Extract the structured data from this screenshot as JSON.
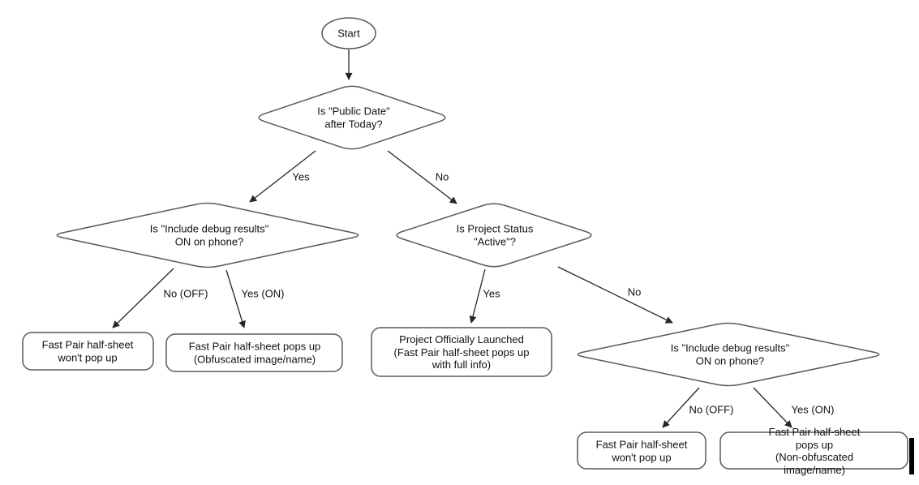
{
  "diagram": {
    "type": "flowchart",
    "background": "#ffffff",
    "colors": {
      "shape_stroke": "#595959",
      "arrow": "#262626",
      "text": "#111111",
      "cursor": "#000000"
    },
    "nodes": {
      "start": {
        "shape": "oval",
        "label": "Start"
      },
      "public_date": {
        "shape": "decision",
        "label": "Is \"Public Date\"\nafter Today?"
      },
      "debug_left": {
        "shape": "decision",
        "label": "Is \"Include debug results\"\nON on phone?"
      },
      "project_status": {
        "shape": "decision",
        "label": "Is Project Status\n\"Active\"?"
      },
      "debug_right": {
        "shape": "decision",
        "label": "Is \"Include debug results\"\nON on phone?"
      },
      "no_popup_left": {
        "shape": "result",
        "label": "Fast Pair half-sheet\nwon't pop up"
      },
      "obfuscated_popup": {
        "shape": "result",
        "label": "Fast Pair half-sheet pops up\n(Obfuscated image/name)"
      },
      "launched": {
        "shape": "result",
        "label": "Project Officially Launched\n(Fast Pair half-sheet pops up\nwith full info)"
      },
      "no_popup_right": {
        "shape": "result",
        "label": "Fast Pair half-sheet\nwon't pop up"
      },
      "non_obfuscated_popup": {
        "shape": "result",
        "label": "Fast Pair half-sheet pops up\n(Non-obfuscated image/name)"
      }
    },
    "edge_labels": {
      "public_date_yes": "Yes",
      "public_date_no": "No",
      "debug_left_no": "No (OFF)",
      "debug_left_yes": "Yes (ON)",
      "project_status_yes": "Yes",
      "project_status_no": "No",
      "debug_right_no": "No (OFF)",
      "debug_right_yes": "Yes (ON)"
    }
  }
}
